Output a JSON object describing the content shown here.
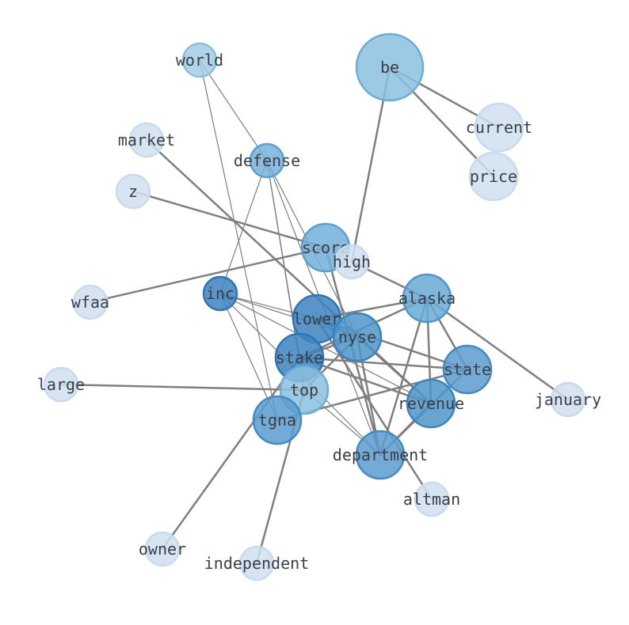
{
  "graph": {
    "nodes": [
      {
        "id": "be",
        "label": "be",
        "size": 42,
        "color": "#8bbfdf",
        "stroke": "#6aaed6"
      },
      {
        "id": "current",
        "label": "current",
        "size": 30,
        "color": "#d0e0f0",
        "stroke": "#c6dbef"
      },
      {
        "id": "price",
        "label": "price",
        "size": 30,
        "color": "#d0e0f0",
        "stroke": "#c6dbef"
      },
      {
        "id": "world",
        "label": "world",
        "size": 21,
        "color": "#a3cce4",
        "stroke": "#8bbfdf"
      },
      {
        "id": "market",
        "label": "market",
        "size": 21,
        "color": "#d0e0f0",
        "stroke": "#c6dbef"
      },
      {
        "id": "defense",
        "label": "defense",
        "size": 21,
        "color": "#76b1da",
        "stroke": "#5a9fd0"
      },
      {
        "id": "z",
        "label": "z",
        "size": 21,
        "color": "#d0e0f0",
        "stroke": "#c6dbef"
      },
      {
        "id": "score",
        "label": "score",
        "size": 30,
        "color": "#72afd9",
        "stroke": "#5a9fd0"
      },
      {
        "id": "high",
        "label": "high",
        "size": 21,
        "color": "#d0e0f0",
        "stroke": "#c6dbef"
      },
      {
        "id": "wfaa",
        "label": "wfaa",
        "size": 21,
        "color": "#d0e0f0",
        "stroke": "#c6dbef"
      },
      {
        "id": "inc",
        "label": "inc",
        "size": 21,
        "color": "#3c83c0",
        "stroke": "#2d75b6"
      },
      {
        "id": "alaska",
        "label": "alaska",
        "size": 30,
        "color": "#69a9d6",
        "stroke": "#4e97c8"
      },
      {
        "id": "lower",
        "label": "lower",
        "size": 30,
        "color": "#3c83c0",
        "stroke": "#2d75b6"
      },
      {
        "id": "nyse",
        "label": "nyse",
        "size": 30,
        "color": "#4f95c9",
        "stroke": "#3a83bd"
      },
      {
        "id": "stake",
        "label": "stake",
        "size": 30,
        "color": "#3c83c0",
        "stroke": "#2d75b6"
      },
      {
        "id": "state",
        "label": "state",
        "size": 30,
        "color": "#5b9bcf",
        "stroke": "#428ac2"
      },
      {
        "id": "large",
        "label": "large",
        "size": 21,
        "color": "#d0e0f0",
        "stroke": "#c6dbef"
      },
      {
        "id": "top",
        "label": "top",
        "size": 30,
        "color": "#8bbfdf",
        "stroke": "#6aaed6"
      },
      {
        "id": "revenue",
        "label": "revenue",
        "size": 30,
        "color": "#4f95c9",
        "stroke": "#3a83bd"
      },
      {
        "id": "january",
        "label": "january",
        "size": 21,
        "color": "#d0e0f0",
        "stroke": "#c6dbef"
      },
      {
        "id": "tgna",
        "label": "tgna",
        "size": 30,
        "color": "#5b9bcf",
        "stroke": "#428ac2"
      },
      {
        "id": "department",
        "label": "department",
        "size": 30,
        "color": "#5b9bcf",
        "stroke": "#428ac2"
      },
      {
        "id": "altman",
        "label": "altman",
        "size": 21,
        "color": "#d0e0f0",
        "stroke": "#c6dbef"
      },
      {
        "id": "owner",
        "label": "owner",
        "size": 21,
        "color": "#d0e0f0",
        "stroke": "#c6dbef"
      },
      {
        "id": "independent",
        "label": "independent",
        "size": 21,
        "color": "#d0e0f0",
        "stroke": "#c6dbef"
      }
    ],
    "edges": [
      {
        "source": "be",
        "target": "current",
        "weight": 2.5
      },
      {
        "source": "be",
        "target": "price",
        "weight": 2.5
      },
      {
        "source": "be",
        "target": "high",
        "weight": 2.5
      },
      {
        "source": "world",
        "target": "defense",
        "weight": 1.2
      },
      {
        "source": "world",
        "target": "tgna",
        "weight": 1.2
      },
      {
        "source": "market",
        "target": "revenue",
        "weight": 2.5
      },
      {
        "source": "defense",
        "target": "inc",
        "weight": 1.2
      },
      {
        "source": "defense",
        "target": "top",
        "weight": 1.2
      },
      {
        "source": "defense",
        "target": "stake",
        "weight": 1.2
      },
      {
        "source": "defense",
        "target": "department",
        "weight": 1.2
      },
      {
        "source": "defense",
        "target": "nyse",
        "weight": 1.2
      },
      {
        "source": "z",
        "target": "score",
        "weight": 2.5
      },
      {
        "source": "score",
        "target": "wfaa",
        "weight": 2.5
      },
      {
        "source": "score",
        "target": "department",
        "weight": 2.5
      },
      {
        "source": "high",
        "target": "alaska",
        "weight": 2.5
      },
      {
        "source": "inc",
        "target": "lower",
        "weight": 1.2
      },
      {
        "source": "inc",
        "target": "nyse",
        "weight": 1.2
      },
      {
        "source": "inc",
        "target": "revenue",
        "weight": 1.2
      },
      {
        "source": "inc",
        "target": "department",
        "weight": 1.2
      },
      {
        "source": "inc",
        "target": "tgna",
        "weight": 1.2
      },
      {
        "source": "alaska",
        "target": "lower",
        "weight": 2.5
      },
      {
        "source": "alaska",
        "target": "stake",
        "weight": 2.5
      },
      {
        "source": "alaska",
        "target": "state",
        "weight": 2.5
      },
      {
        "source": "alaska",
        "target": "revenue",
        "weight": 2.5
      },
      {
        "source": "alaska",
        "target": "department",
        "weight": 2.5
      },
      {
        "source": "alaska",
        "target": "january",
        "weight": 2.5
      },
      {
        "source": "lower",
        "target": "nyse",
        "weight": 2.5
      },
      {
        "source": "lower",
        "target": "altman",
        "weight": 2.5
      },
      {
        "source": "lower",
        "target": "state",
        "weight": 2.5
      },
      {
        "source": "nyse",
        "target": "top",
        "weight": 2.5
      },
      {
        "source": "nyse",
        "target": "stake",
        "weight": 2.5
      },
      {
        "source": "nyse",
        "target": "department",
        "weight": 2.5
      },
      {
        "source": "nyse",
        "target": "revenue",
        "weight": 2.5
      },
      {
        "source": "stake",
        "target": "state",
        "weight": 2.5
      },
      {
        "source": "stake",
        "target": "revenue",
        "weight": 2.5
      },
      {
        "source": "stake",
        "target": "owner",
        "weight": 2.5
      },
      {
        "source": "large",
        "target": "top",
        "weight": 2.5
      },
      {
        "source": "top",
        "target": "independent",
        "weight": 2.5
      },
      {
        "source": "top",
        "target": "department",
        "weight": 1.2
      },
      {
        "source": "tgna",
        "target": "state",
        "weight": 2.5
      },
      {
        "source": "state",
        "target": "department",
        "weight": 2.5
      },
      {
        "source": "revenue",
        "target": "department",
        "weight": 2.5
      }
    ]
  }
}
